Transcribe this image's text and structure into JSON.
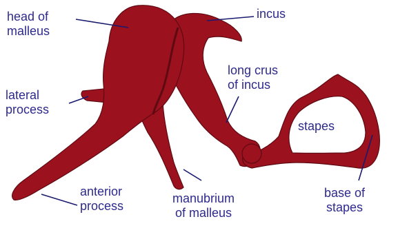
{
  "diagram": {
    "colors": {
      "bone": "#9b111e",
      "bone_shadow": "#5e0a12",
      "label_text": "#2e2a8c",
      "leader_line": "#1a1a6e",
      "background": "#ffffff"
    },
    "labels": {
      "head_of_malleus": [
        "head of",
        "malleus"
      ],
      "incus": [
        "incus"
      ],
      "lateral_process": [
        "lateral",
        "process"
      ],
      "long_crus_of_incus": [
        "long crus",
        "of incus"
      ],
      "stapes": [
        "stapes"
      ],
      "anterior_process": [
        "anterior",
        "process"
      ],
      "manubrium_of_malleus": [
        "manubrium",
        "of malleus"
      ],
      "base_of_stapes": [
        "base of",
        "stapes"
      ]
    }
  }
}
